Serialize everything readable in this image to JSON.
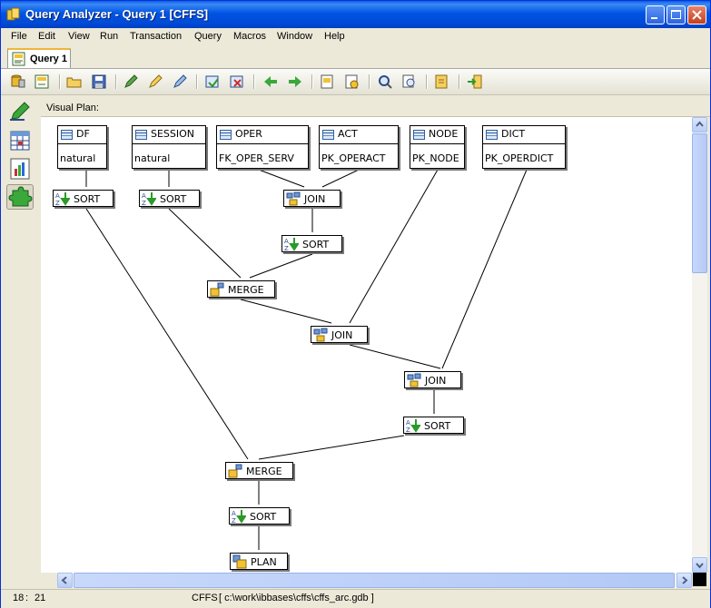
{
  "window": {
    "title": "Query Analyzer - Query 1 [CFFS]"
  },
  "menu": [
    "File",
    "Edit",
    "View",
    "Run",
    "Transaction",
    "Query",
    "Macros",
    "Window",
    "Help"
  ],
  "tab": {
    "label": "Query 1"
  },
  "panel": {
    "title": "Visual Plan:"
  },
  "plan": {
    "tables": [
      {
        "name": "DF",
        "index": "natural"
      },
      {
        "name": "SESSION",
        "index": "natural"
      },
      {
        "name": "OPER",
        "index": "FK_OPER_SERV"
      },
      {
        "name": "ACT",
        "index": "PK_OPERACT"
      },
      {
        "name": "NODE",
        "index": "PK_NODE"
      },
      {
        "name": "DICT",
        "index": "PK_OPERDICT"
      }
    ],
    "ops": [
      {
        "id": "sort-df",
        "label": "SORT",
        "kind": "sort"
      },
      {
        "id": "sort-session",
        "label": "SORT",
        "kind": "sort"
      },
      {
        "id": "join-oper-act",
        "label": "JOIN",
        "kind": "join"
      },
      {
        "id": "sort-join1",
        "label": "SORT",
        "kind": "sort"
      },
      {
        "id": "merge-1",
        "label": "MERGE",
        "kind": "merge"
      },
      {
        "id": "join-node",
        "label": "JOIN",
        "kind": "join"
      },
      {
        "id": "join-dict",
        "label": "JOIN",
        "kind": "join"
      },
      {
        "id": "sort-join3",
        "label": "SORT",
        "kind": "sort"
      },
      {
        "id": "merge-2",
        "label": "MERGE",
        "kind": "merge"
      },
      {
        "id": "sort-final",
        "label": "SORT",
        "kind": "sort"
      },
      {
        "id": "plan",
        "label": "PLAN",
        "kind": "plan"
      }
    ]
  },
  "status": {
    "line": "18",
    "col": "21",
    "database": "CFFS",
    "path": "[ c:\\work\\ibbases\\cffs\\cffs_arc.gdb ]"
  },
  "colors": {
    "titlebar": "#0054e3",
    "sort_arrow": "#2a9a2a",
    "join_icon": "#3a78c8",
    "merge_icon": "#e0b020"
  }
}
